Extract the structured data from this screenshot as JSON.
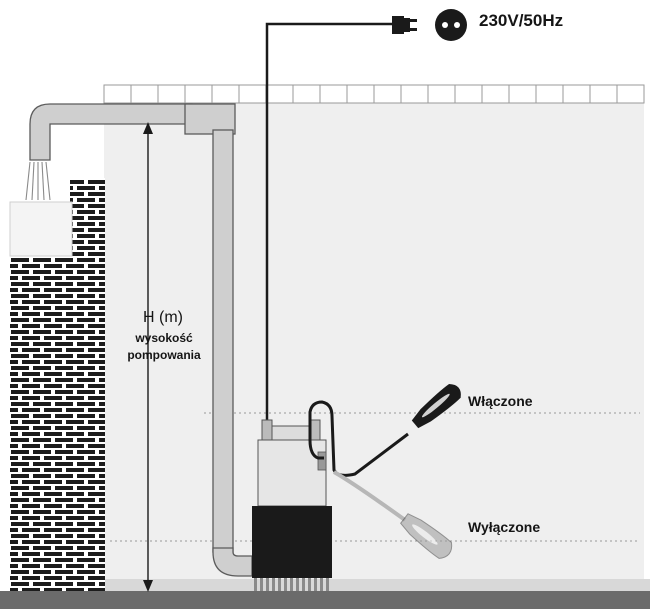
{
  "labels": {
    "power": "230V/50Hz",
    "switched_on": "Włączone",
    "switched_off": "Wyłączone",
    "head_symbol": "H (m)",
    "head_caption_line1": "wysokość",
    "head_caption_line2": "pompowania"
  },
  "colors": {
    "ink": "#1a1a1a",
    "tank_fill": "#eeeeee",
    "pipe_fill": "#cccccc",
    "floor": "#6b6b6b",
    "water_level_dots": "#9a9a9a"
  },
  "icons": [
    "power-plug-icon",
    "wall-socket-icon",
    "float-switch-icon",
    "water-spray-icon"
  ]
}
